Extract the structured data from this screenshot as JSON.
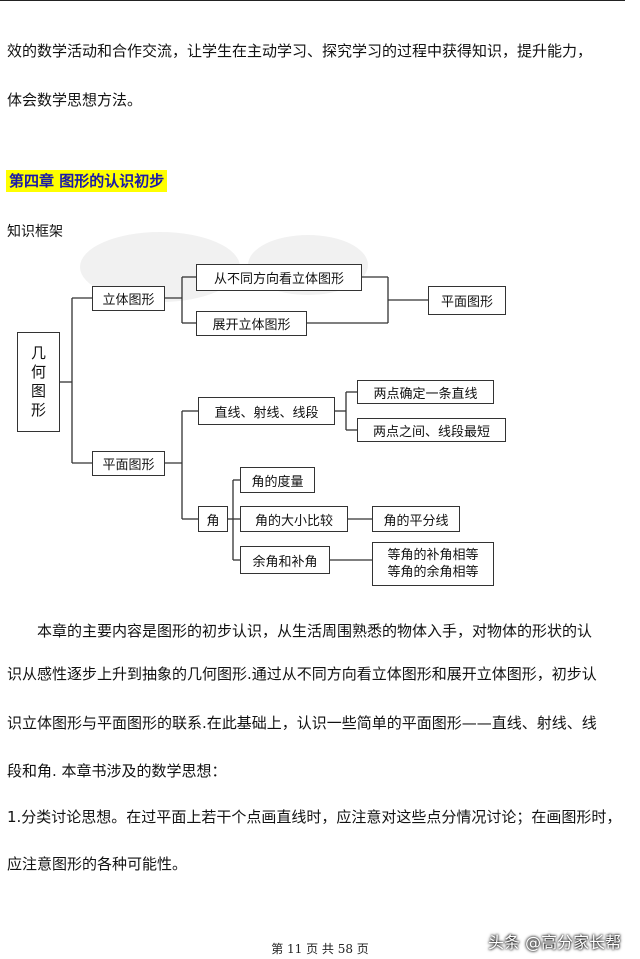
{
  "intro": {
    "line1": "效的数学活动和合作交流，让学生在主动学习、探究学习的过程中获得知识，提升能力，",
    "line2": "体会数学思想方法。"
  },
  "chapter": {
    "title": "第四章  图形的认识初步",
    "framework_label": "知识框架"
  },
  "diagram": {
    "root": [
      "几",
      "何",
      "图",
      "形"
    ],
    "solid": "立体图形",
    "view": "从不同方向看立体图形",
    "unfold": "展开立体图形",
    "plane_result": "平面图形",
    "plane": "平面图形",
    "line_group": "直线、射线、线段",
    "two_points": "两点确定一条直线",
    "shortest": "两点之间、线段最短",
    "angle": "角",
    "measure": "角的度量",
    "compare": "角的大小比较",
    "bisector": "角的平分线",
    "comp_supp": "余角和补角",
    "rule1": "等角的补角相等",
    "rule2": "等角的余角相等"
  },
  "summary": {
    "l1": "本章的主要内容是图形的初步认识，从生活周围熟悉的物体入手，对物体的形状的认",
    "l2": "识从感性逐步上升到抽象的几何图形.通过从不同方向看立体图形和展开立体图形，初步认",
    "l3": "识立体图形与平面图形的联系.在此基础上，认识一些简单的平面图形——直线、射线、线",
    "l4": "段和角. 本章书涉及的数学思想：",
    "p1": "1.分类讨论思想。在过平面上若干个点画直线时，应注意对这些点分情况讨论；在画图形时，",
    "p2": "应注意图形的各种可能性。"
  },
  "footer": {
    "page": "第 11 页 共 58 页",
    "watermark": "头条 @高分家长帮"
  }
}
